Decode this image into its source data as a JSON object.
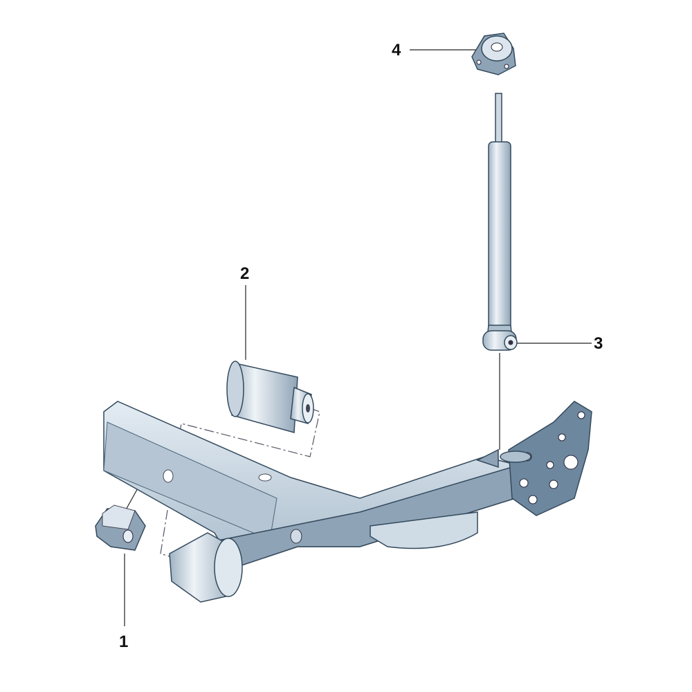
{
  "diagram": {
    "callouts": [
      {
        "number": "1",
        "part": "subframe-bushing"
      },
      {
        "number": "2",
        "part": "axle-mount-bushing"
      },
      {
        "number": "3",
        "part": "shock-absorber"
      },
      {
        "number": "4",
        "part": "strut-top-mount"
      }
    ],
    "colors": {
      "light": "#e3ebf2",
      "mid": "#b7c7d5",
      "dark": "#66819a",
      "outline": "#33495c"
    }
  }
}
